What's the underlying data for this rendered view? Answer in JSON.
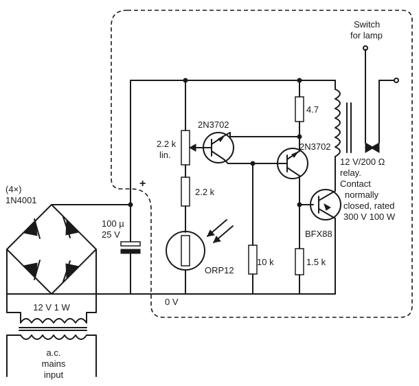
{
  "components": {
    "bridge": {
      "qty": "(4×)",
      "part": "1N4001"
    },
    "transformer": {
      "secondary": "12 V   1 W"
    },
    "mains": {
      "l1": "a.c.",
      "l2": "mains",
      "l3": "input"
    },
    "capacitor": {
      "value": "100 µ",
      "voltage": "25 V",
      "polarity": "+"
    },
    "pot": {
      "value": "2.2 k",
      "taper": "lin."
    },
    "r_series": {
      "value": "2.2 k"
    },
    "ldr": {
      "part": "ORP12"
    },
    "tr1": {
      "part": "2N3702"
    },
    "tr2": {
      "part": "2N3702"
    },
    "tr3": {
      "part": "BFX88"
    },
    "r_4k7": {
      "value": "4.7"
    },
    "r_10k": {
      "value": "10 k"
    },
    "r_1k5": {
      "value": "1.5 k"
    },
    "ground": {
      "label": "0 V"
    },
    "relay": {
      "l1": "12 V/200 Ω",
      "l2": "relay.",
      "l3": "Contact",
      "l4": "normally",
      "l5": "closed, rated",
      "l6": "300 V 100 W"
    },
    "switch": {
      "l1": "Switch",
      "l2": "for lamp"
    }
  }
}
